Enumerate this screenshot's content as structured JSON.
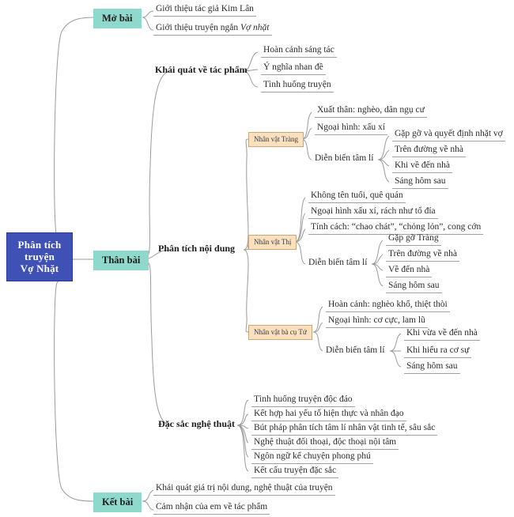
{
  "document": {
    "type": "mindmap",
    "title": "Phân tích truyện Vợ Nhặt",
    "colors": {
      "root_fill": "#3f51b5",
      "root_text": "#ffffff",
      "level1_fill": "#8fd8cc",
      "level3_fill": "#fae0bf",
      "level3_border": "#c9a978",
      "connector": "#9a9a9a",
      "text": "#2b2b2b",
      "underline": "#a0a0a0",
      "background": "#ffffff"
    }
  },
  "root": {
    "line1": "Phân tích",
    "line2": "truyện",
    "line3": "Vợ Nhặt"
  },
  "branches": {
    "mo_bai": {
      "label": "Mở bài",
      "items": [
        {
          "text": "Giới thiệu tác giả Kim Lân"
        },
        {
          "text_before": "Giới thiệu truyện ngắn ",
          "text_italic": "Vợ nhặt",
          "text_after": ""
        }
      ]
    },
    "than_bai": {
      "label": "Thân bài",
      "khai_quat": {
        "label": "Khái quát về tác phẩm",
        "items": [
          "Hoàn cảnh sáng tác",
          "Ý nghĩa nhan đề",
          "Tình huống truyện"
        ]
      },
      "phan_tich": {
        "label": "Phân tích nội dung",
        "characters": [
          {
            "label": "Nhân vật Tràng",
            "items": [
              "Xuất thân: nghèo, dân ngụ cư",
              "Ngoại hình: xấu xí"
            ],
            "tam_li_label": "Diễn biến tâm lí",
            "tam_li_items": [
              "Gặp gỡ và quyết định nhặt vợ",
              "Trên đường về nhà",
              "Khi về đến nhà",
              "Sáng hôm sau"
            ]
          },
          {
            "label": "Nhân vật Thị",
            "items": [
              "Không tên tuổi, quê quán",
              "Ngoại hình xấu xí, rách như tổ đỉa",
              "Tính cách: “chao chát”, “chỏng lỏn”, cong cớn"
            ],
            "tam_li_label": "Diễn biến tâm lí",
            "tam_li_items": [
              "Gặp gỡ Tràng",
              "Trên đường về nhà",
              "Về đến nhà",
              "Sáng hôm sau"
            ]
          },
          {
            "label": "Nhân vật bà cụ Tứ",
            "items": [
              "Hoàn cảnh: nghèo khổ, thiệt thòi",
              "Ngoại hình: cơ cực, lam lũ"
            ],
            "tam_li_label": "Diễn biến tâm lí",
            "tam_li_items": [
              "Khi vừa về đến nhà",
              "Khi hiểu ra cơ sự",
              "Sáng hôm sau"
            ]
          }
        ]
      },
      "dac_sac": {
        "label": "Đặc sắc nghệ thuật",
        "items": [
          "Tình huống truyện độc đáo",
          "Kết hợp hai yếu tố hiện thực và nhân đạo",
          "Bút pháp phân tích tâm lí nhân vật tinh tế, sâu sắc",
          "Nghệ thuật đối thoại, độc thoại nội tâm",
          "Ngôn ngữ kể chuyện phong phú",
          "Kết cấu truyện đặc sắc"
        ]
      }
    },
    "ket_bai": {
      "label": "Kết bài",
      "items": [
        "Khái quát giá trị nội dung, nghệ thuật của truyện",
        "Cảm nhận của em về tác phẩm"
      ]
    }
  }
}
